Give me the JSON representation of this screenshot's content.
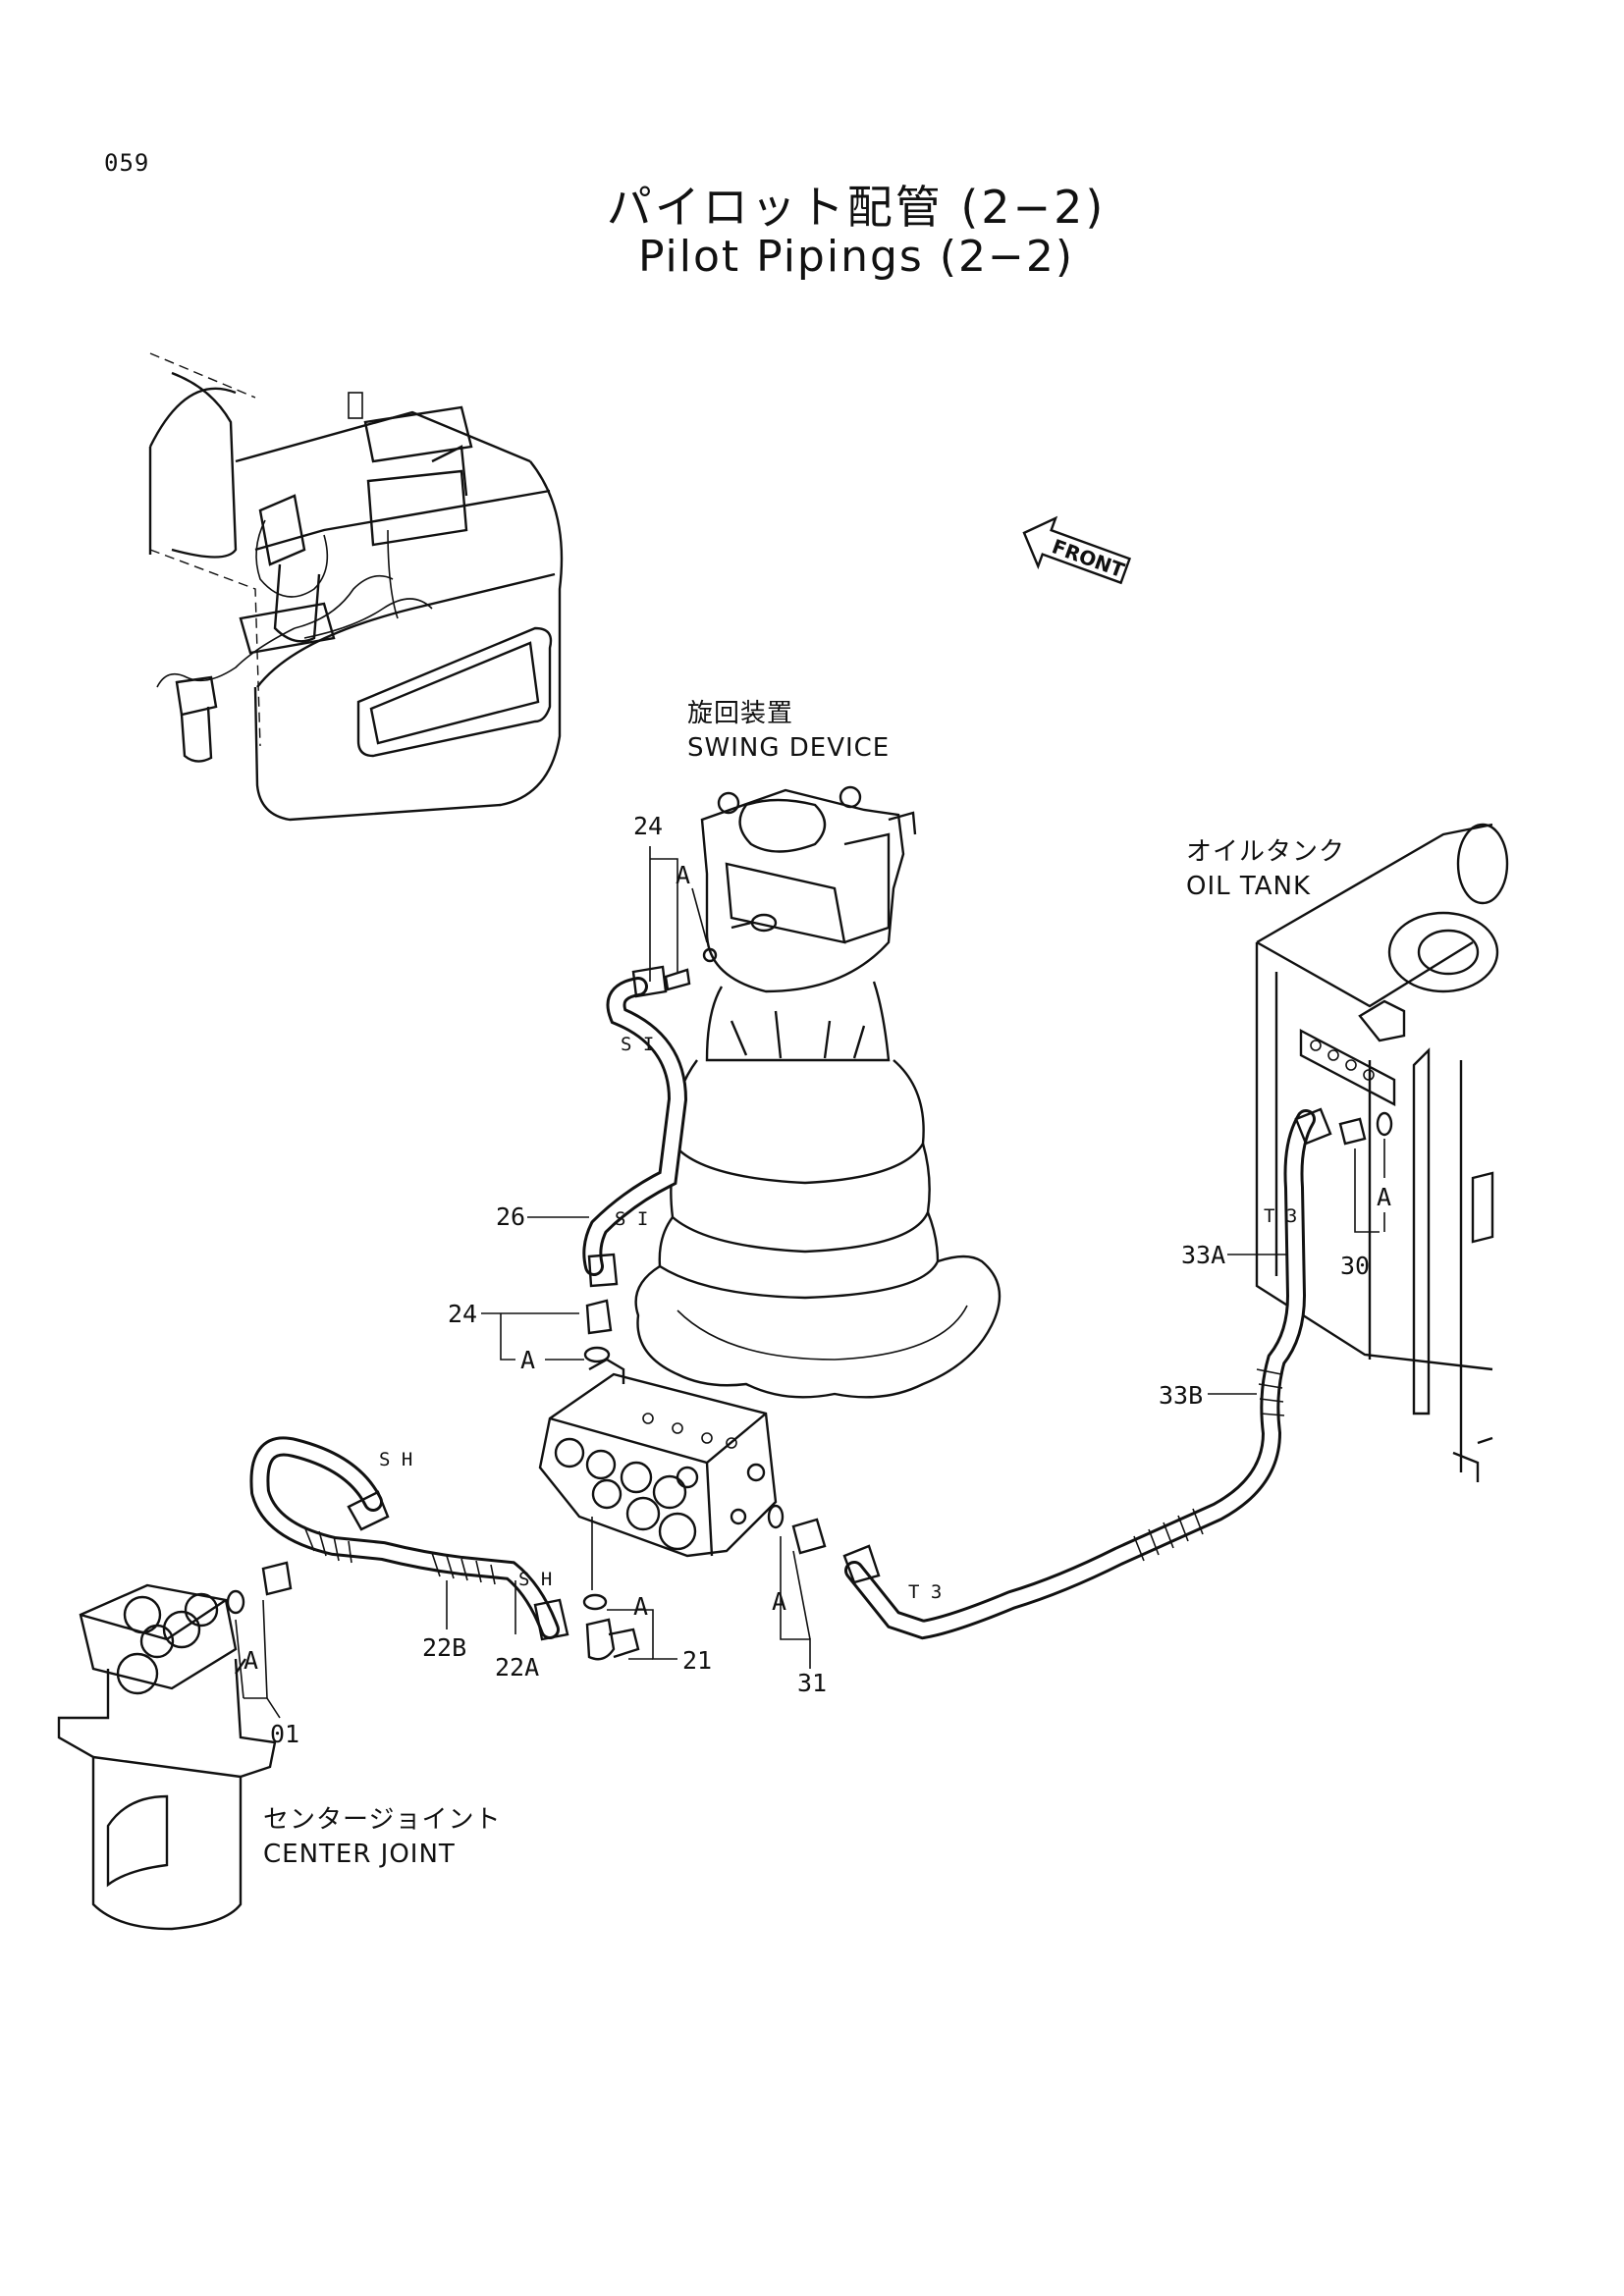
{
  "page_number": "059",
  "title": {
    "jp": "パイロット配管 (2−2)",
    "en": "Pilot Pipings (2−2)"
  },
  "front_marker": "FRONT",
  "components": {
    "swing_device": {
      "jp": "旋回装置",
      "en": "SWING DEVICE"
    },
    "oil_tank": {
      "jp": "オイルタンク",
      "en": "OIL TANK"
    },
    "center_joint": {
      "jp": "センタージョイント",
      "en": "CENTER JOINT"
    }
  },
  "part_numbers": {
    "p24_top": "24",
    "p24_mid": "24",
    "p26": "26",
    "p21": "21",
    "p22A": "22A",
    "p22B": "22B",
    "p01": "01",
    "p30": "30",
    "p31": "31",
    "p33A": "33A",
    "p33B": "33B"
  },
  "callout_letters": {
    "a_swing_top": "A",
    "a_mid": "A",
    "a_21": "A",
    "a_31": "A",
    "a_01": "A",
    "a_30": "A"
  },
  "hose_codes": {
    "si_top": "S I",
    "si_bottom": "S I",
    "sh_upper": "S H",
    "sh_lower": "S H",
    "t3_tank": "T 3",
    "t3_hose": "T 3"
  }
}
